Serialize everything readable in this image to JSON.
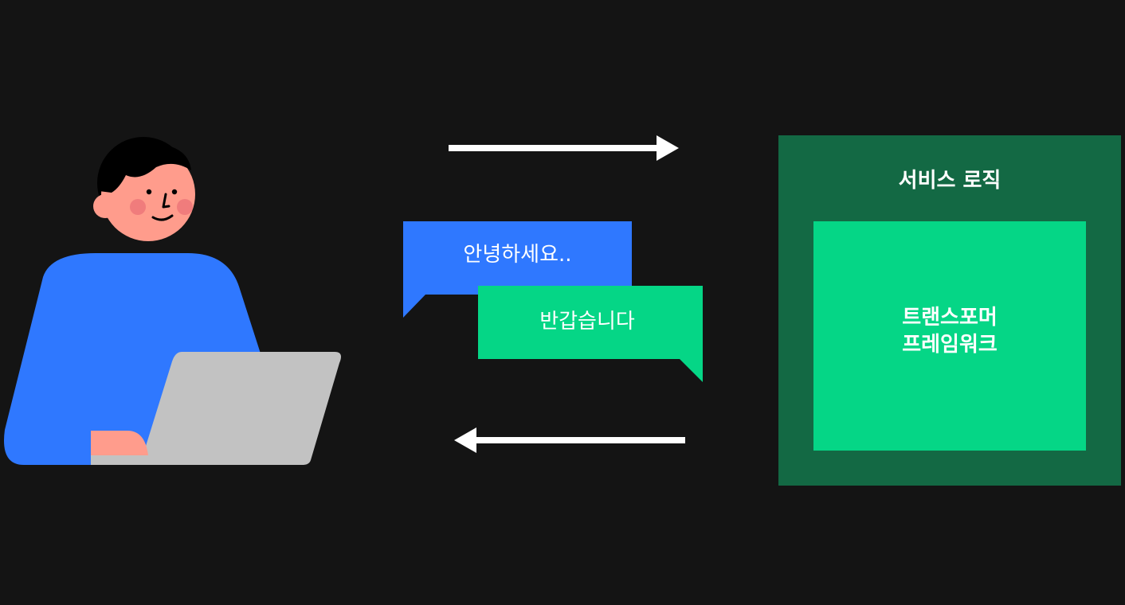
{
  "messages": {
    "greeting": "안녕하세요..",
    "reply": "반갑습니다"
  },
  "service": {
    "title": "서비스 로직",
    "framework_line1": "트랜스포머",
    "framework_line2": "프레임워크"
  },
  "colors": {
    "background": "#141414",
    "blue_bubble": "#2f78ff",
    "green_bubble": "#05d686",
    "service_outer": "#136944",
    "service_inner": "#05d686",
    "shirt": "#2f78ff",
    "skin": "#ff9c8c",
    "laptop": "#c2c2c2",
    "hair": "#000000"
  },
  "icons": {
    "request_arrow": "arrow-right-icon",
    "response_arrow": "arrow-left-icon",
    "user_illustration": "person-with-laptop-icon"
  }
}
